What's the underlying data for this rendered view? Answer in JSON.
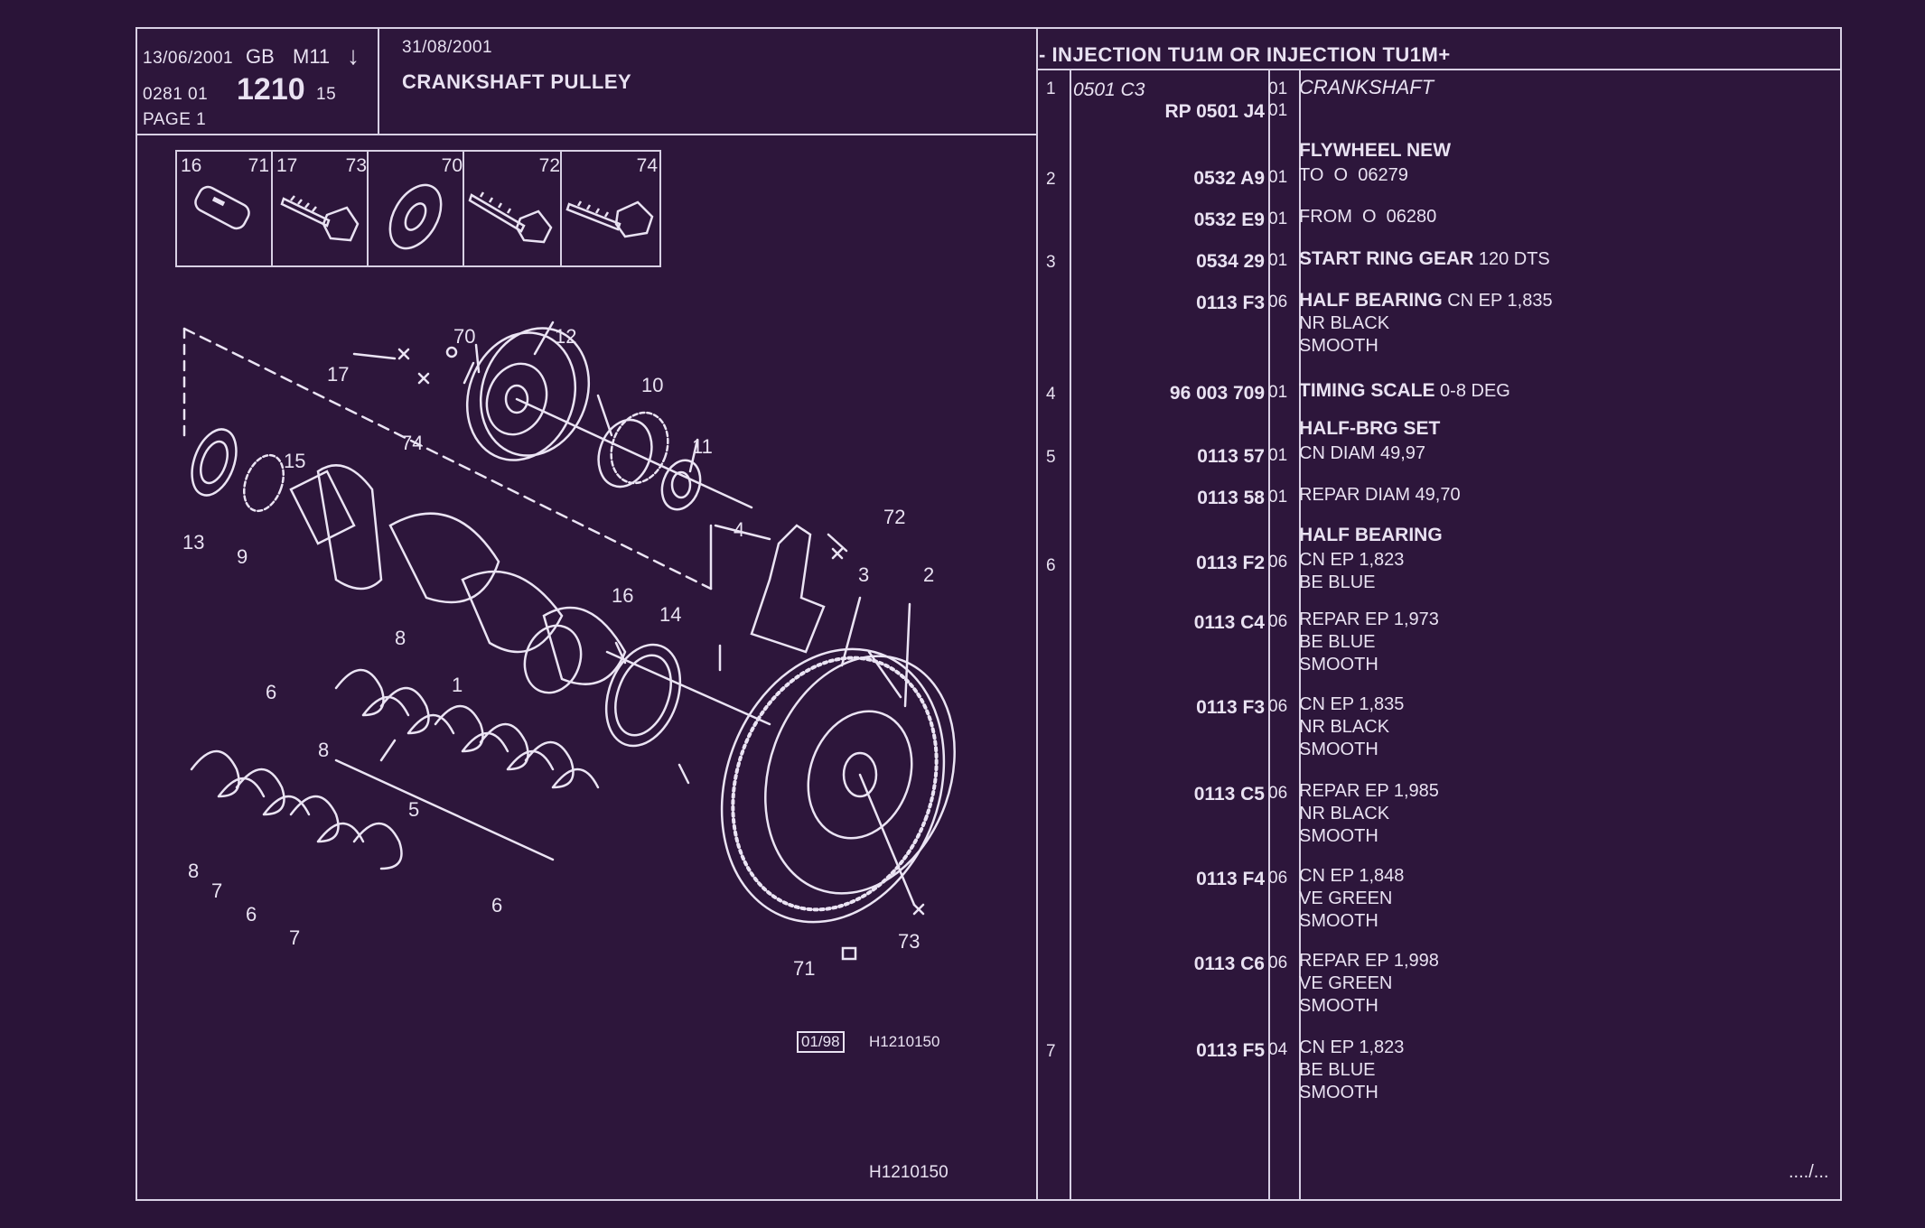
{
  "header": {
    "date_edition": "13/06/2001",
    "lang": "GB",
    "model": "M11",
    "arrow": "↓",
    "ref_prefix": "0281  01",
    "group": "1210",
    "suffix": "15",
    "page": "PAGE  1",
    "date_update": "31/08/2001",
    "title": "CRANKSHAFT PULLEY"
  },
  "legend": [
    {
      "left": "16",
      "right": "71"
    },
    {
      "left": "17",
      "right": "73"
    },
    {
      "left": "",
      "right": "70"
    },
    {
      "left": "",
      "right": "72"
    },
    {
      "left": "",
      "right": "74"
    }
  ],
  "diagram": {
    "callouts": [
      "70",
      "12",
      "17",
      "10",
      "74",
      "11",
      "15",
      "13",
      "9",
      "4",
      "72",
      "3",
      "2",
      "16",
      "14",
      "8",
      "6",
      "8",
      "5",
      "8",
      "7",
      "6",
      "7",
      "6",
      "71",
      "73",
      "1"
    ],
    "stamp_date": "01/98",
    "stamp_ref": "H1210150",
    "footer_ref": "H1210150"
  },
  "parts_header": "- INJECTION TU1M OR  INJECTION TU1M+",
  "rows": [
    {
      "idx": "1",
      "ref": "0501 C3",
      "ref_italic": true,
      "qty": "01",
      "desc_italic": "CRANKSHAFT"
    },
    {
      "idx": "",
      "ref": "RP  0501 J4",
      "qty": "01"
    },
    {
      "idx": "",
      "desc_bold": "FLYWHEEL NEW"
    },
    {
      "idx": "2",
      "ref": "0532 A9",
      "qty": "01",
      "desc": "TO  O  06279"
    },
    {
      "idx": "",
      "ref": "0532 E9",
      "qty": "01",
      "desc": "FROM  O  06280"
    },
    {
      "idx": "3",
      "ref": "0534 29",
      "qty": "01",
      "desc_bold": "START RING GEAR",
      "desc": " 120 DTS"
    },
    {
      "idx": "",
      "ref": "0113 F3",
      "qty": "06",
      "desc_bold": "HALF BEARING",
      "desc": " CN EP 1,835\nNR BLACK\nSMOOTH"
    },
    {
      "idx": "4",
      "ref": "96 003 709",
      "qty": "01",
      "desc_bold": "TIMING SCALE",
      "desc": " 0-8 DEG"
    },
    {
      "idx": "",
      "desc_bold": "HALF-BRG SET"
    },
    {
      "idx": "5",
      "ref": "0113 57",
      "qty": "01",
      "desc": "CN DIAM 49,97"
    },
    {
      "idx": "",
      "ref": "0113 58",
      "qty": "01",
      "desc": "REPAR DIAM 49,70"
    },
    {
      "idx": "",
      "desc_bold": "HALF BEARING"
    },
    {
      "idx": "6",
      "ref": "0113 F2",
      "qty": "06",
      "desc": "CN EP 1,823\nBE BLUE"
    },
    {
      "idx": "",
      "ref": "0113 C4",
      "qty": "06",
      "desc": "REPAR EP 1,973\nBE BLUE\nSMOOTH"
    },
    {
      "idx": "",
      "ref": "0113 F3",
      "qty": "06",
      "desc": "CN EP 1,835\nNR BLACK\nSMOOTH"
    },
    {
      "idx": "",
      "ref": "0113 C5",
      "qty": "06",
      "desc": "REPAR EP 1,985\nNR BLACK\nSMOOTH"
    },
    {
      "idx": "",
      "ref": "0113 F4",
      "qty": "06",
      "desc": "CN EP 1,848\nVE GREEN\nSMOOTH"
    },
    {
      "idx": "",
      "ref": "0113 C6",
      "qty": "06",
      "desc": "REPAR EP 1,998\nVE GREEN\nSMOOTH"
    },
    {
      "idx": "7",
      "ref": "0113 F5",
      "qty": "04",
      "desc": "CN EP 1,823\nBE BLUE\nSMOOTH"
    }
  ],
  "continued": "..../..."
}
